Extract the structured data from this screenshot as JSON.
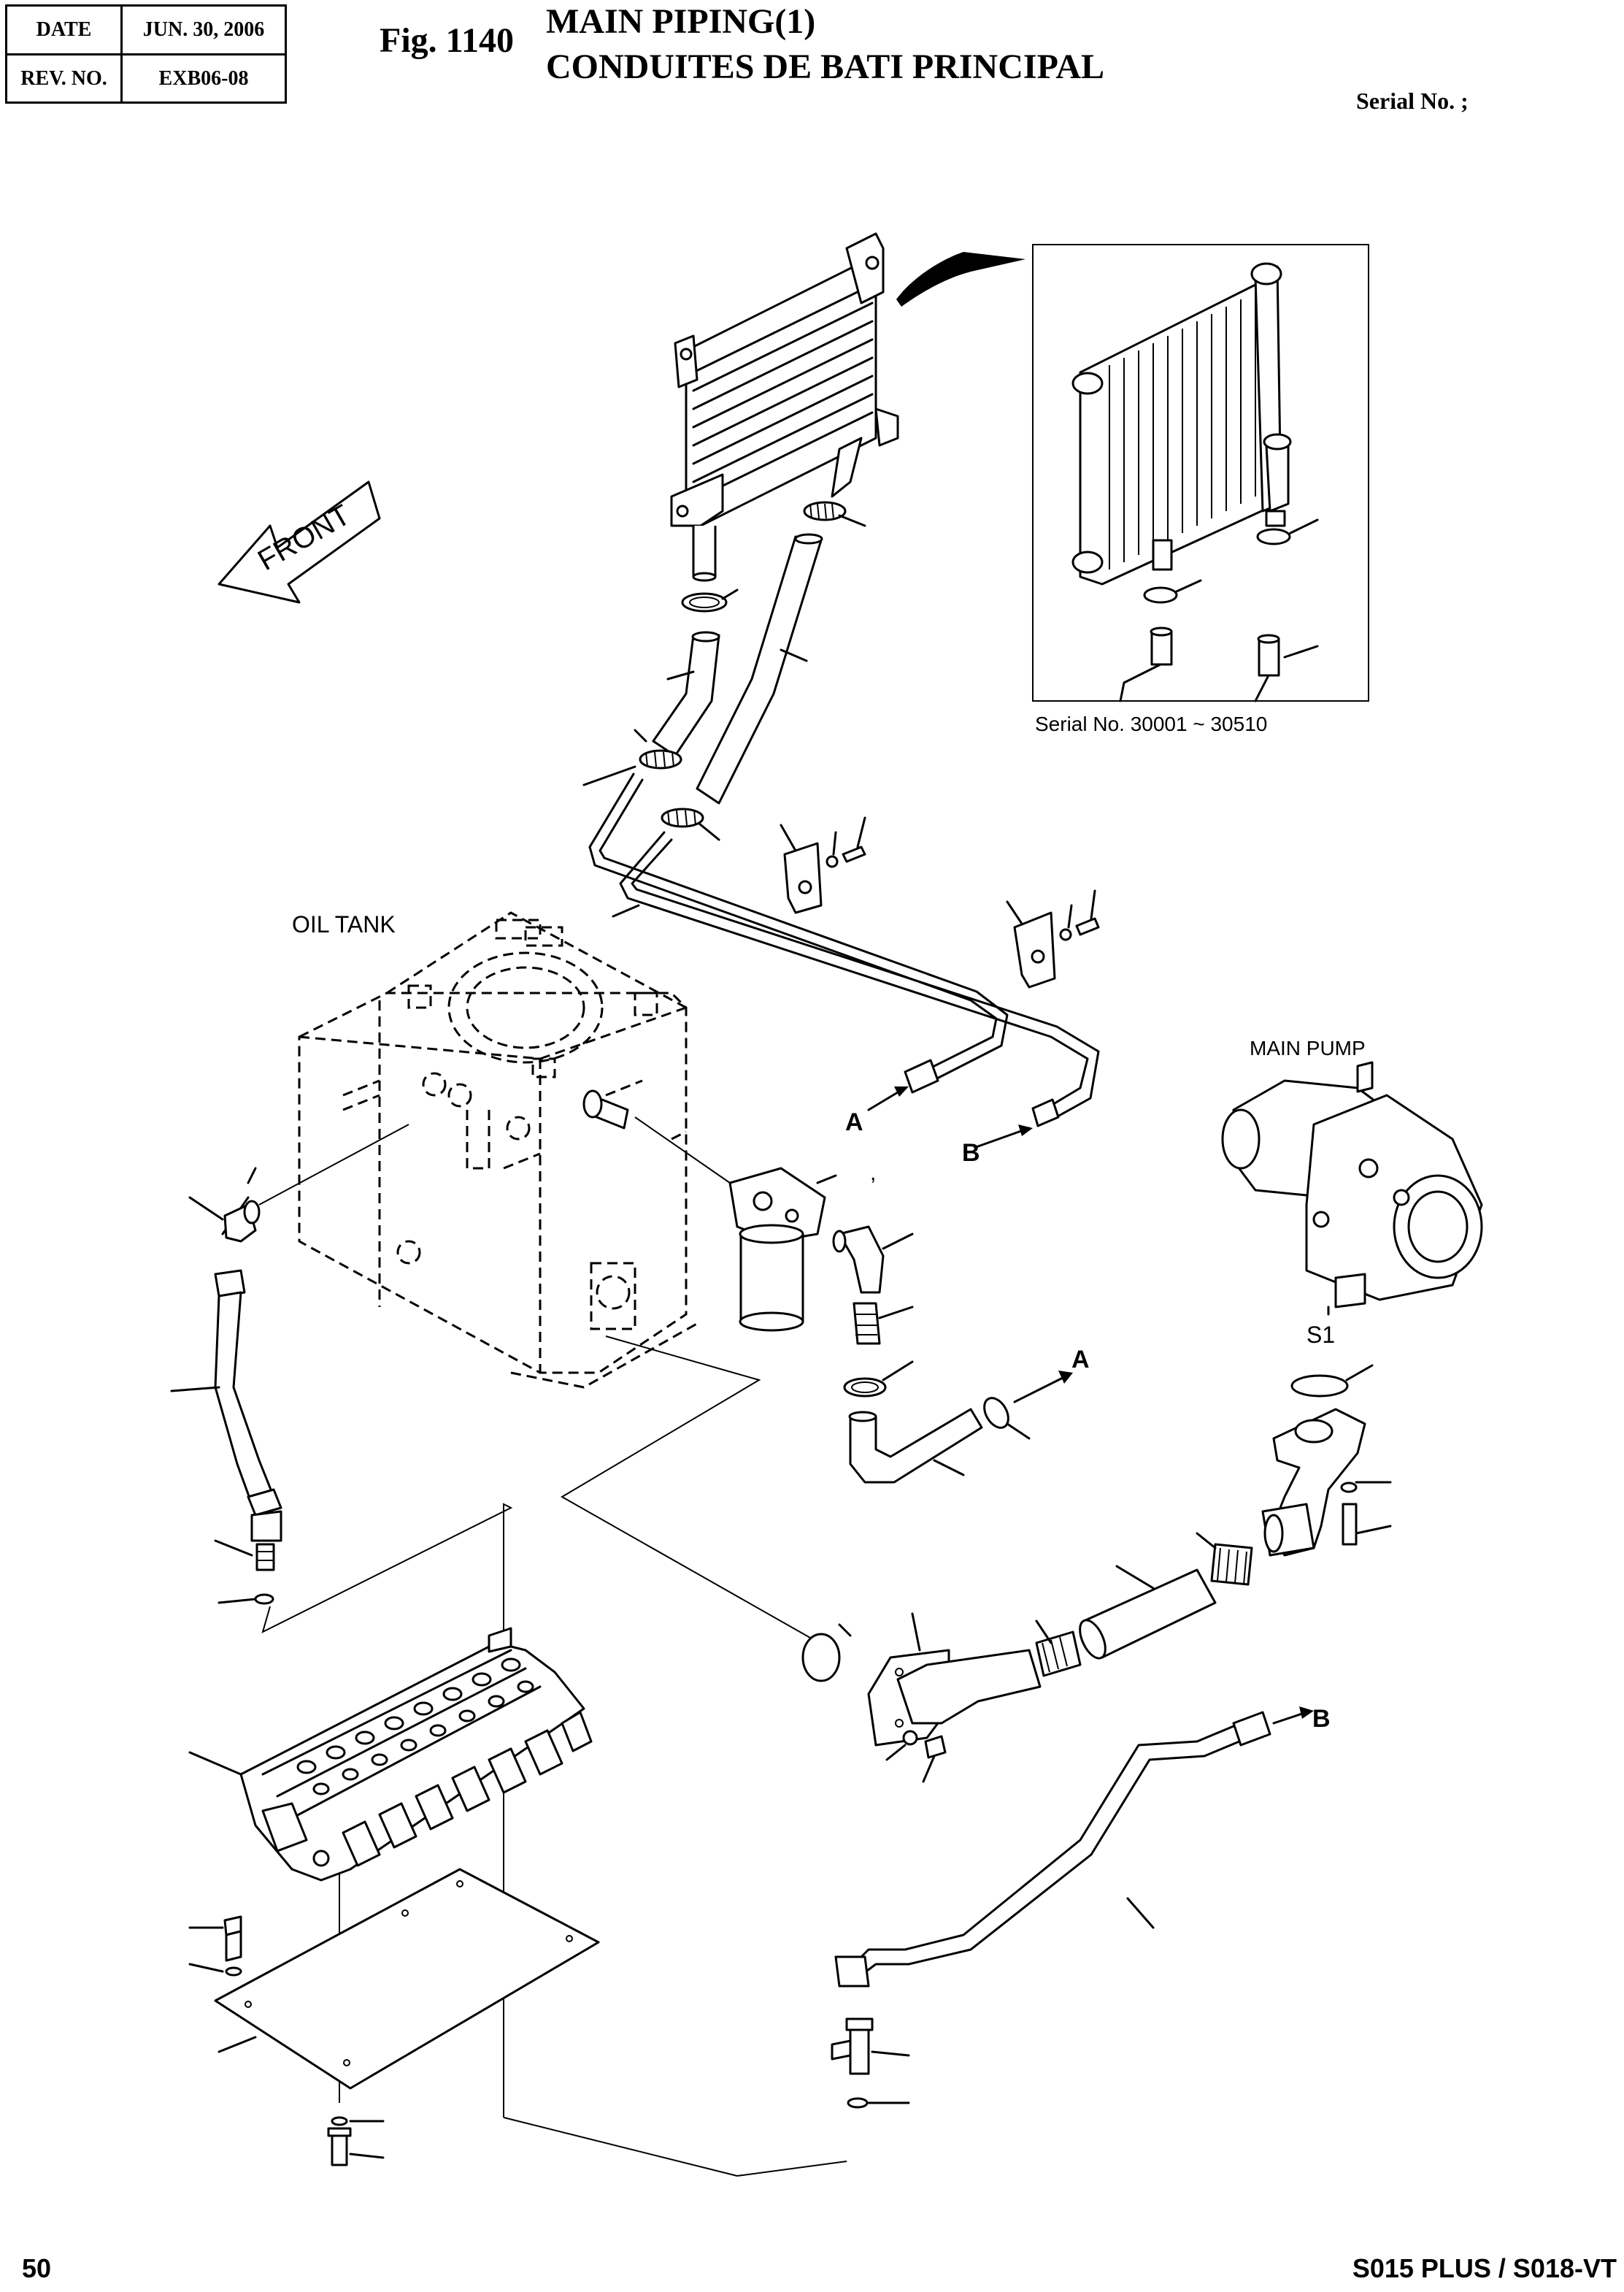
{
  "header": {
    "date_label": "DATE",
    "date_value": "JUN. 30, 2006",
    "rev_label": "REV. NO.",
    "rev_value": "EXB06-08",
    "figure_number": "Fig. 1140",
    "title_en": "MAIN PIPING(1)",
    "title_fr": "CONDUITES DE BATI PRINCIPAL",
    "serial_label": "Serial No. ;"
  },
  "diagram": {
    "front_label": "FRONT",
    "oil_tank_label": "OIL TANK",
    "main_pump_label": "MAIN PUMP",
    "inset_serial": "Serial No. 30001 ~ 30510",
    "port_s1": "S1",
    "conn_a_upper": "A",
    "conn_b_upper": "B",
    "conn_a_lower": "A",
    "conn_b_lower": "B",
    "stray_mark": ","
  },
  "footer": {
    "page_number": "50",
    "model": "S015 PLUS / S018-VT"
  }
}
